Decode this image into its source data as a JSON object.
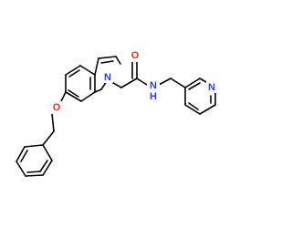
{
  "molecule": {
    "atom_labels": {
      "indole_n": "N",
      "amide_o": "O",
      "amide_nh": "N",
      "amide_h": "H",
      "pyridine_n": "N",
      "ether_o": "O"
    },
    "colors": {
      "nitrogen": "#2b3fd6",
      "oxygen": "#e8291c",
      "bond": "#000000",
      "background": "#ffffff"
    }
  }
}
